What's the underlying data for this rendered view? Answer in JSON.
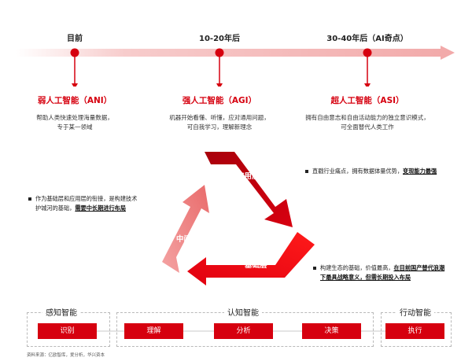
{
  "timeline": {
    "stages": [
      {
        "time": "目前",
        "title": "弱人工智能（ANI）",
        "desc": [
          "帮助人类快速处理海量数据，",
          "专于某一领域"
        ]
      },
      {
        "time": "10-20年后",
        "title": "强人工智能（AGI）",
        "desc": [
          "机器开始看懂、听懂，应对通用问题，",
          "可自我学习，理解新理念"
        ]
      },
      {
        "time": "30-40年后（AI奇点）",
        "title": "超人工智能（ASI）",
        "desc": [
          "拥有自由意志和自由活动能力的独立意识模式，",
          "可全面替代人类工作"
        ]
      }
    ]
  },
  "cycle": {
    "layers": {
      "application": "应用层",
      "middle": "中间层",
      "foundation": "基础层"
    },
    "notes": {
      "application": {
        "text": "直戳行业痛点，拥有数据体量优势，",
        "bold": "变现能力最强"
      },
      "middle": {
        "line1": "作为基础层和应用层的衔接，是构建技术",
        "line2": "护城河的基础，",
        "bold": "需要中长期进行布局"
      },
      "foundation": {
        "line1": "构建生态的基础，价值最高，",
        "bold1": "在目前国产替代浪潮",
        "bold2": "下最具战略意义，但需长期投入布局"
      }
    },
    "colors": {
      "application": "#c8000e",
      "middle": "#f08a8a",
      "foundation": "#e80010"
    }
  },
  "groups": [
    {
      "title": "感知智能",
      "steps": [
        "识别"
      ]
    },
    {
      "title": "认知智能",
      "steps": [
        "理解",
        "分析",
        "决策"
      ]
    },
    {
      "title": "行动智能",
      "steps": [
        "执行"
      ]
    }
  ],
  "source": "资料来源：亿欧智库，爱分析，华兴资本",
  "colors": {
    "accent": "#d6000f",
    "timeline": "#f3b5b5"
  }
}
